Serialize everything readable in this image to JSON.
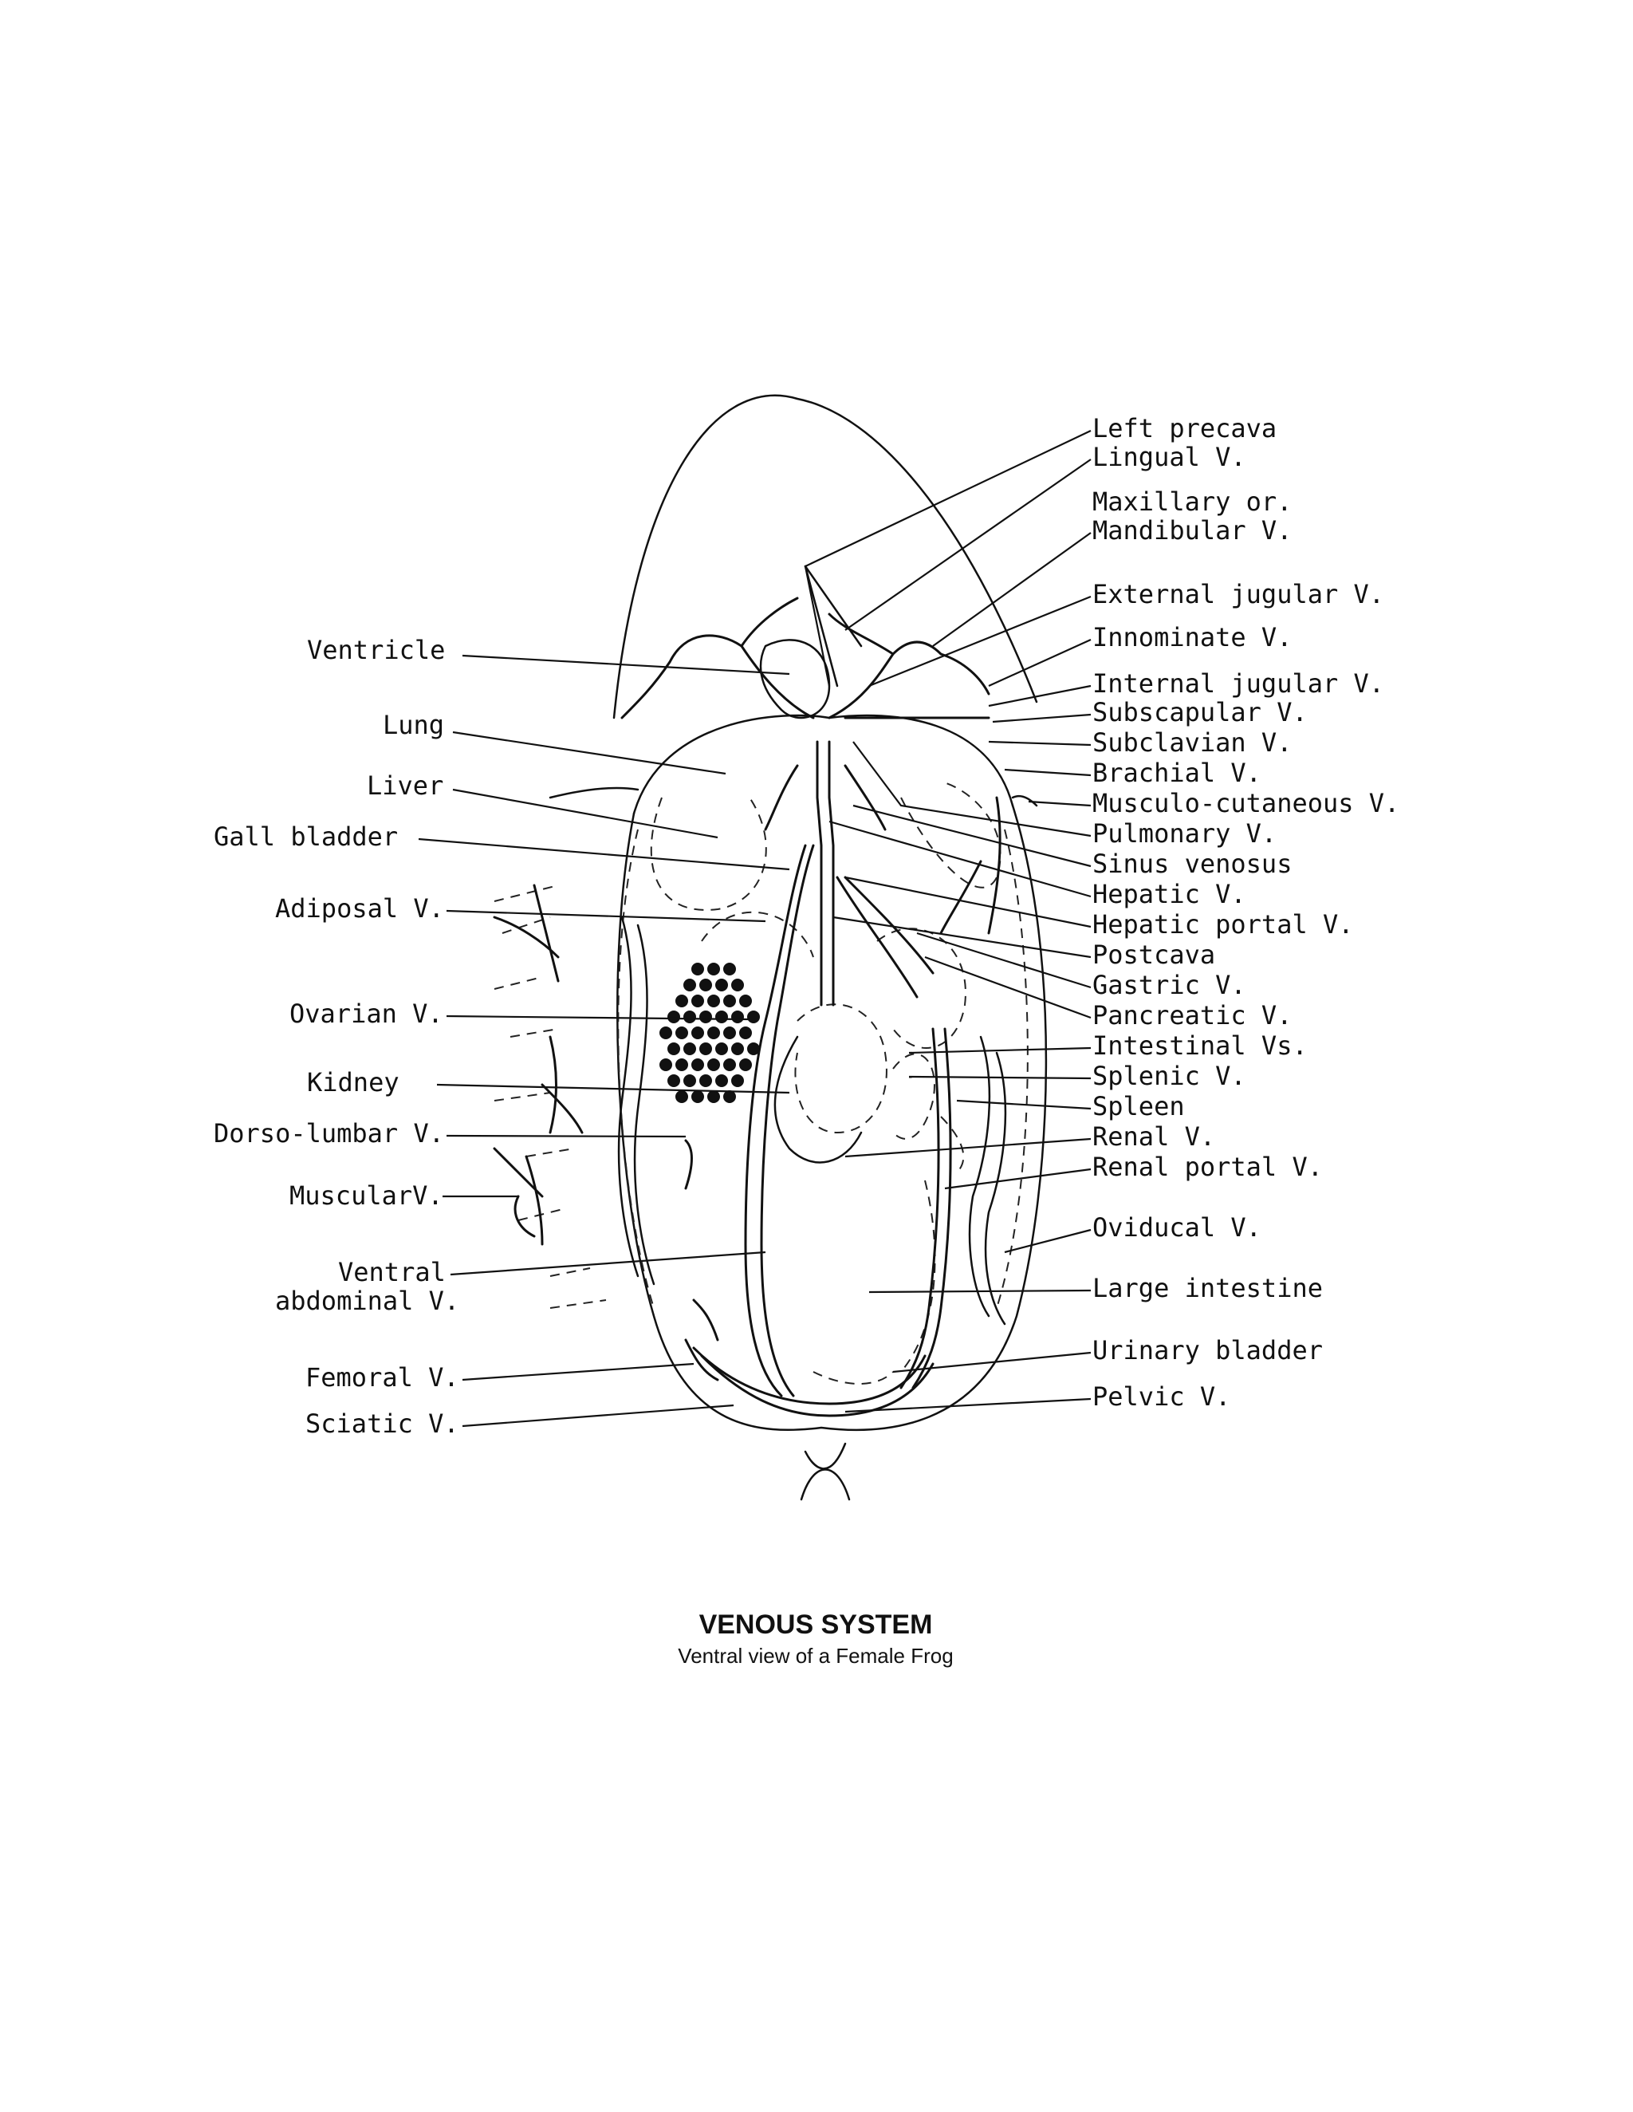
{
  "diagram": {
    "title": "VENOUS SYSTEM",
    "subtitle": "Ventral view of a Female Frog",
    "labels_right": [
      "Left precava",
      "Lingual V.",
      "Maxillary or.",
      "Mandibular V.",
      "External jugular V.",
      "Innominate V.",
      "Internal jugular V.",
      "Subscapular V.",
      "Subclavian V.",
      "Brachial V.",
      "Musculo-cutaneous V.",
      "Pulmonary V.",
      "Sinus venosus",
      "Hepatic V.",
      "Hepatic portal V.",
      "Postcava",
      "Gastric V.",
      "Pancreatic V.",
      "Intestinal Vs.",
      "Splenic V.",
      "Spleen",
      "Renal V.",
      "Renal portal V.",
      "Oviducal V.",
      "Large intestine",
      "Urinary bladder",
      "Pelvic V."
    ],
    "labels_left": [
      "Ventricle",
      "Lung",
      "Liver",
      "Gall bladder",
      "Adiposal V.",
      "Ovarian V.",
      "Kidney",
      "Dorso-lumbar V.",
      "MuscularV.",
      "Ventral",
      "abdominal V.",
      "Femoral V.",
      "Sciatic V."
    ]
  }
}
